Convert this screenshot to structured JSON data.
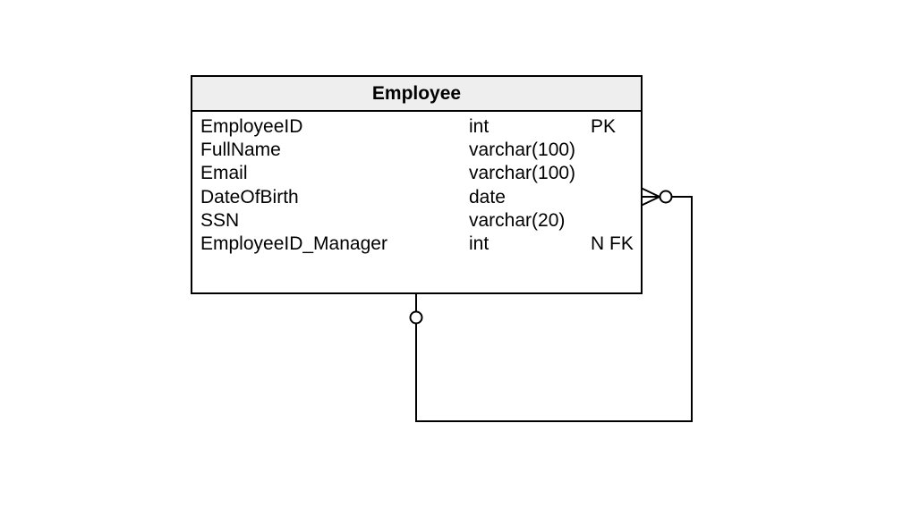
{
  "entity": {
    "title": "Employee",
    "fields": [
      {
        "name": "EmployeeID",
        "type": "int",
        "key": "PK"
      },
      {
        "name": "FullName",
        "type": "varchar(100)",
        "key": ""
      },
      {
        "name": "Email",
        "type": "varchar(100)",
        "key": ""
      },
      {
        "name": "DateOfBirth",
        "type": "date",
        "key": ""
      },
      {
        "name": "SSN",
        "type": "varchar(20)",
        "key": ""
      },
      {
        "name": "EmployeeID_Manager",
        "type": "int",
        "key": "N FK"
      }
    ]
  },
  "relationship": {
    "from": "Employee",
    "to": "Employee",
    "cardinality_start": "zero-or-one",
    "cardinality_end": "zero-or-many"
  }
}
